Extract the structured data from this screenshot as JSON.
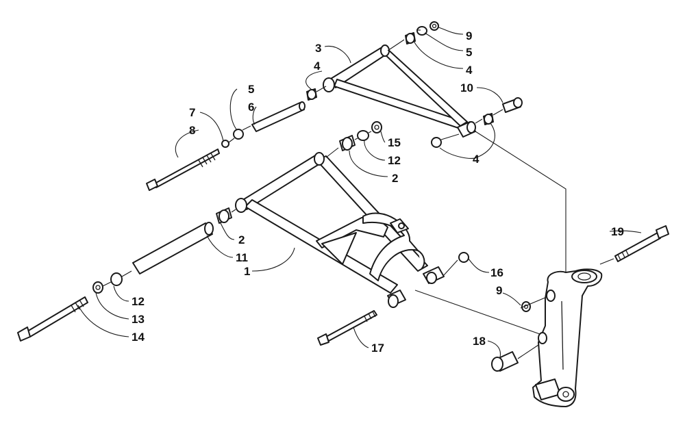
{
  "callouts": {
    "upper": {
      "c9": "9",
      "c5": "5",
      "c4": "4",
      "c3": "3",
      "c4b": "4",
      "c10": "10",
      "c5b": "5",
      "c6": "6",
      "c7": "7",
      "c8": "8",
      "c4c": "4"
    },
    "lower": {
      "c15": "15",
      "c12": "12",
      "c2": "2",
      "c2b": "2",
      "c11": "11",
      "c1": "1",
      "c12b": "12",
      "c13": "13",
      "c14": "14",
      "c17": "17",
      "c16": "16"
    },
    "spindle": {
      "c19": "19",
      "c9": "9",
      "c18": "18"
    }
  },
  "colors": {
    "line": "#1a1a1a",
    "background": "#ffffff"
  }
}
